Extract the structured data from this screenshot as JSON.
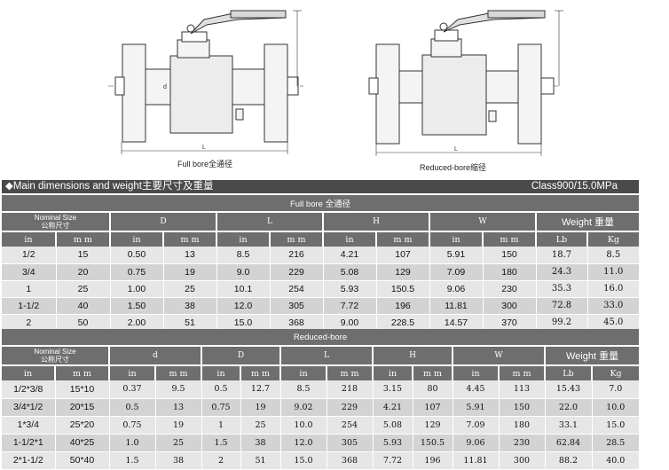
{
  "captions": {
    "full": "Full bore全通径",
    "reduced": "Reduced-bore缩径"
  },
  "drawing_labels": {
    "full": {
      "l": "L",
      "d": "d"
    },
    "reduced": {
      "l": "L"
    }
  },
  "header": {
    "title": "◆Main dimensions and weight主要尺寸及重量",
    "class": "Class900/15.0MPa"
  },
  "full_bore": {
    "section_title": "Full bore 全通径",
    "nominal_en": "Nominal Size",
    "nominal_cn": "公称尺寸",
    "groups": [
      "D",
      "L",
      "H",
      "W"
    ],
    "weight": "Weight 重量",
    "sub": [
      "in",
      "m m",
      "in",
      "m m",
      "in",
      "m m",
      "in",
      "m m",
      "in",
      "m m",
      "Lb",
      "Kg"
    ],
    "rows": [
      [
        "1/2",
        "15",
        "0.50",
        "13",
        "8.5",
        "216",
        "4.21",
        "107",
        "5.91",
        "150",
        "18.7",
        "8.5"
      ],
      [
        "3/4",
        "20",
        "0.75",
        "19",
        "9.0",
        "229",
        "5.08",
        "129",
        "7.09",
        "180",
        "24.3",
        "11.0"
      ],
      [
        "1",
        "25",
        "1.00",
        "25",
        "10.1",
        "254",
        "5.93",
        "150.5",
        "9.06",
        "230",
        "35.3",
        "16.0"
      ],
      [
        "1-1/2",
        "40",
        "1.50",
        "38",
        "12.0",
        "305",
        "7.72",
        "196",
        "11.81",
        "300",
        "72.8",
        "33.0"
      ],
      [
        "2",
        "50",
        "2.00",
        "51",
        "15.0",
        "368",
        "9.00",
        "228.5",
        "14.57",
        "370",
        "99.2",
        "45.0"
      ]
    ]
  },
  "reduced_bore": {
    "section_title": "Reduced-bore",
    "nominal_en": "Nominal Size",
    "nominal_cn": "公称尺寸",
    "groups": [
      "d",
      "D",
      "L",
      "H",
      "W"
    ],
    "weight": "Weight 重量",
    "sub": [
      "in",
      "m m",
      "in",
      "m m",
      "in",
      "m m",
      "in",
      "m m",
      "in",
      "m m",
      "in",
      "m m",
      "Lb",
      "Kg"
    ],
    "rows": [
      [
        "1/2*3/8",
        "15*10",
        "0.37",
        "9.5",
        "0.5",
        "12.7",
        "8.5",
        "218",
        "3.15",
        "80",
        "4.45",
        "113",
        "15.43",
        "7.0"
      ],
      [
        "3/4*1/2",
        "20*15",
        "0.5",
        "13",
        "0.75",
        "19",
        "9.02",
        "229",
        "4.21",
        "107",
        "5.91",
        "150",
        "22.0",
        "10.0"
      ],
      [
        "1*3/4",
        "25*20",
        "0.75",
        "19",
        "1",
        "25",
        "10.0",
        "254",
        "5.08",
        "129",
        "7.09",
        "180",
        "33.1",
        "15.0"
      ],
      [
        "1-1/2*1",
        "40*25",
        "1.0",
        "25",
        "1.5",
        "38",
        "12.0",
        "305",
        "5.93",
        "150.5",
        "9.06",
        "230",
        "62.84",
        "28.5"
      ],
      [
        "2*1-1/2",
        "50*40",
        "1.5",
        "38",
        "2",
        "51",
        "15.0",
        "368",
        "7.72",
        "196",
        "11.81",
        "300",
        "88.2",
        "40.0"
      ]
    ]
  }
}
